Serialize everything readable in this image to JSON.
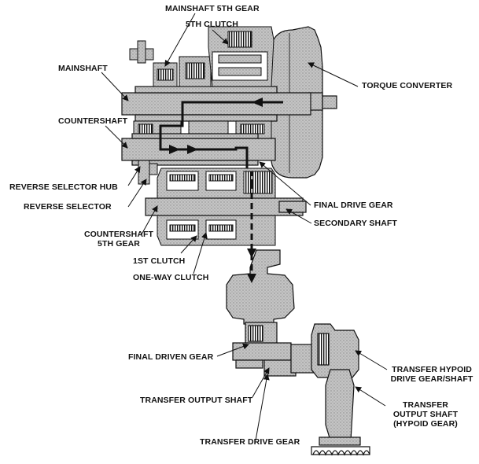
{
  "labels": {
    "mainshaft_5th_gear": "MAINSHAFT 5TH GEAR",
    "clutch_5th": "5TH CLUTCH",
    "mainshaft": "MAINSHAFT",
    "torque_converter": "TORQUE CONVERTER",
    "countershaft": "COUNTERSHAFT",
    "reverse_selector_hub": "REVERSE SELECTOR HUB",
    "reverse_selector": "REVERSE SELECTOR",
    "final_drive_gear": "FINAL DRIVE GEAR",
    "secondary_shaft": "SECONDARY SHAFT",
    "countershaft_5th_gear_l1": "COUNTERSHAFT",
    "countershaft_5th_gear_l2": "5TH GEAR",
    "clutch_1st": "1ST CLUTCH",
    "one_way_clutch": "ONE-WAY CLUTCH",
    "final_driven_gear": "FINAL DRIVEN GEAR",
    "transfer_hypoid_l1": "TRANSFER HYPOID",
    "transfer_hypoid_l2": "DRIVE GEAR/SHAFT",
    "transfer_output_shaft": "TRANSFER OUTPUT SHAFT",
    "transfer_output_hypoid_l1": "TRANSFER",
    "transfer_output_hypoid_l2": "OUTPUT SHAFT",
    "transfer_output_hypoid_l3": "(HYPOID GEAR)",
    "transfer_drive_gear": "TRANSFER DRIVE GEAR"
  },
  "colors": {
    "ink": "#111111",
    "part_fill": "#b9b9b9",
    "part_dark": "#7d7d7d",
    "background": "#ffffff"
  }
}
